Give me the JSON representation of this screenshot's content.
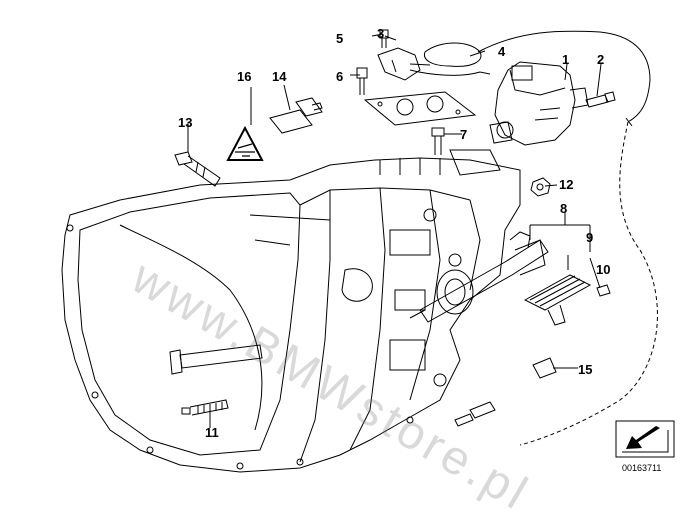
{
  "diagram": {
    "callouts": [
      "1",
      "2",
      "3",
      "4",
      "5",
      "6",
      "7",
      "8",
      "9",
      "10",
      "11",
      "12",
      "13",
      "14",
      "15",
      "16"
    ],
    "watermark": "www.BMWstore.pl",
    "diagram_id": "00163711"
  },
  "colors": {
    "line": "#000000",
    "background": "#ffffff",
    "watermark": "#9a9a9a"
  },
  "icons": {
    "nav": "arrow-down-left-icon",
    "warning": "warning-triangle-icon"
  }
}
